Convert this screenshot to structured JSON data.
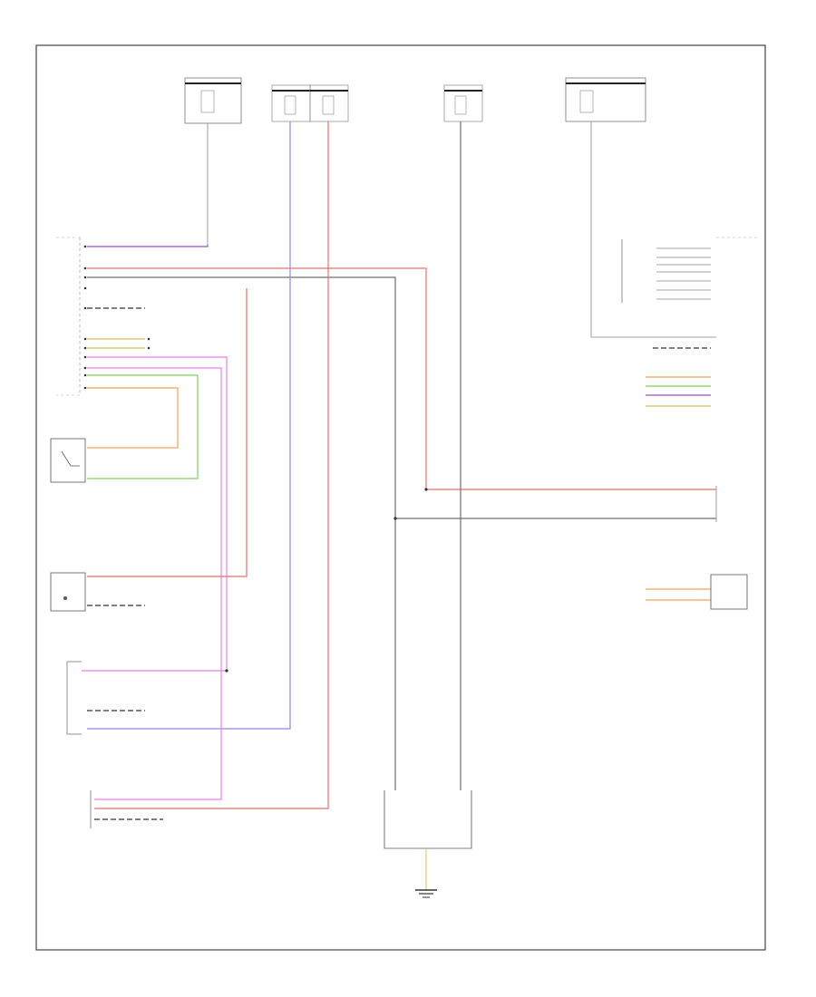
{
  "diagram": {
    "page_code": "",
    "wire_colors": {
      "red": "#f26d6d",
      "blue": "#8a8af0",
      "magenta": "#ee7ee6",
      "violet": "#9a4fc2",
      "gray": "#6f6f6f",
      "green": "#7fcf5a",
      "orange": "#f0a060",
      "yellow": "#d8c060",
      "black": "#333333"
    },
    "fuse_boxes": [
      {
        "id": "fuse-box-1",
        "title": "",
        "fuse": ""
      },
      {
        "id": "fuse-box-2",
        "title": "",
        "fuse": ""
      },
      {
        "id": "fuse-box-3",
        "title": "",
        "fuse": ""
      },
      {
        "id": "fuse-box-4",
        "title": "",
        "fuse": ""
      },
      {
        "id": "fuse-box-5",
        "title": "",
        "fuse": ""
      }
    ],
    "components": {
      "left_module": "",
      "fluid_level_sensor": "",
      "washer_switch": "",
      "light_switch_module": "",
      "rain_sensor": "",
      "right_module": "",
      "instrument_cluster": "",
      "ground": ""
    }
  }
}
